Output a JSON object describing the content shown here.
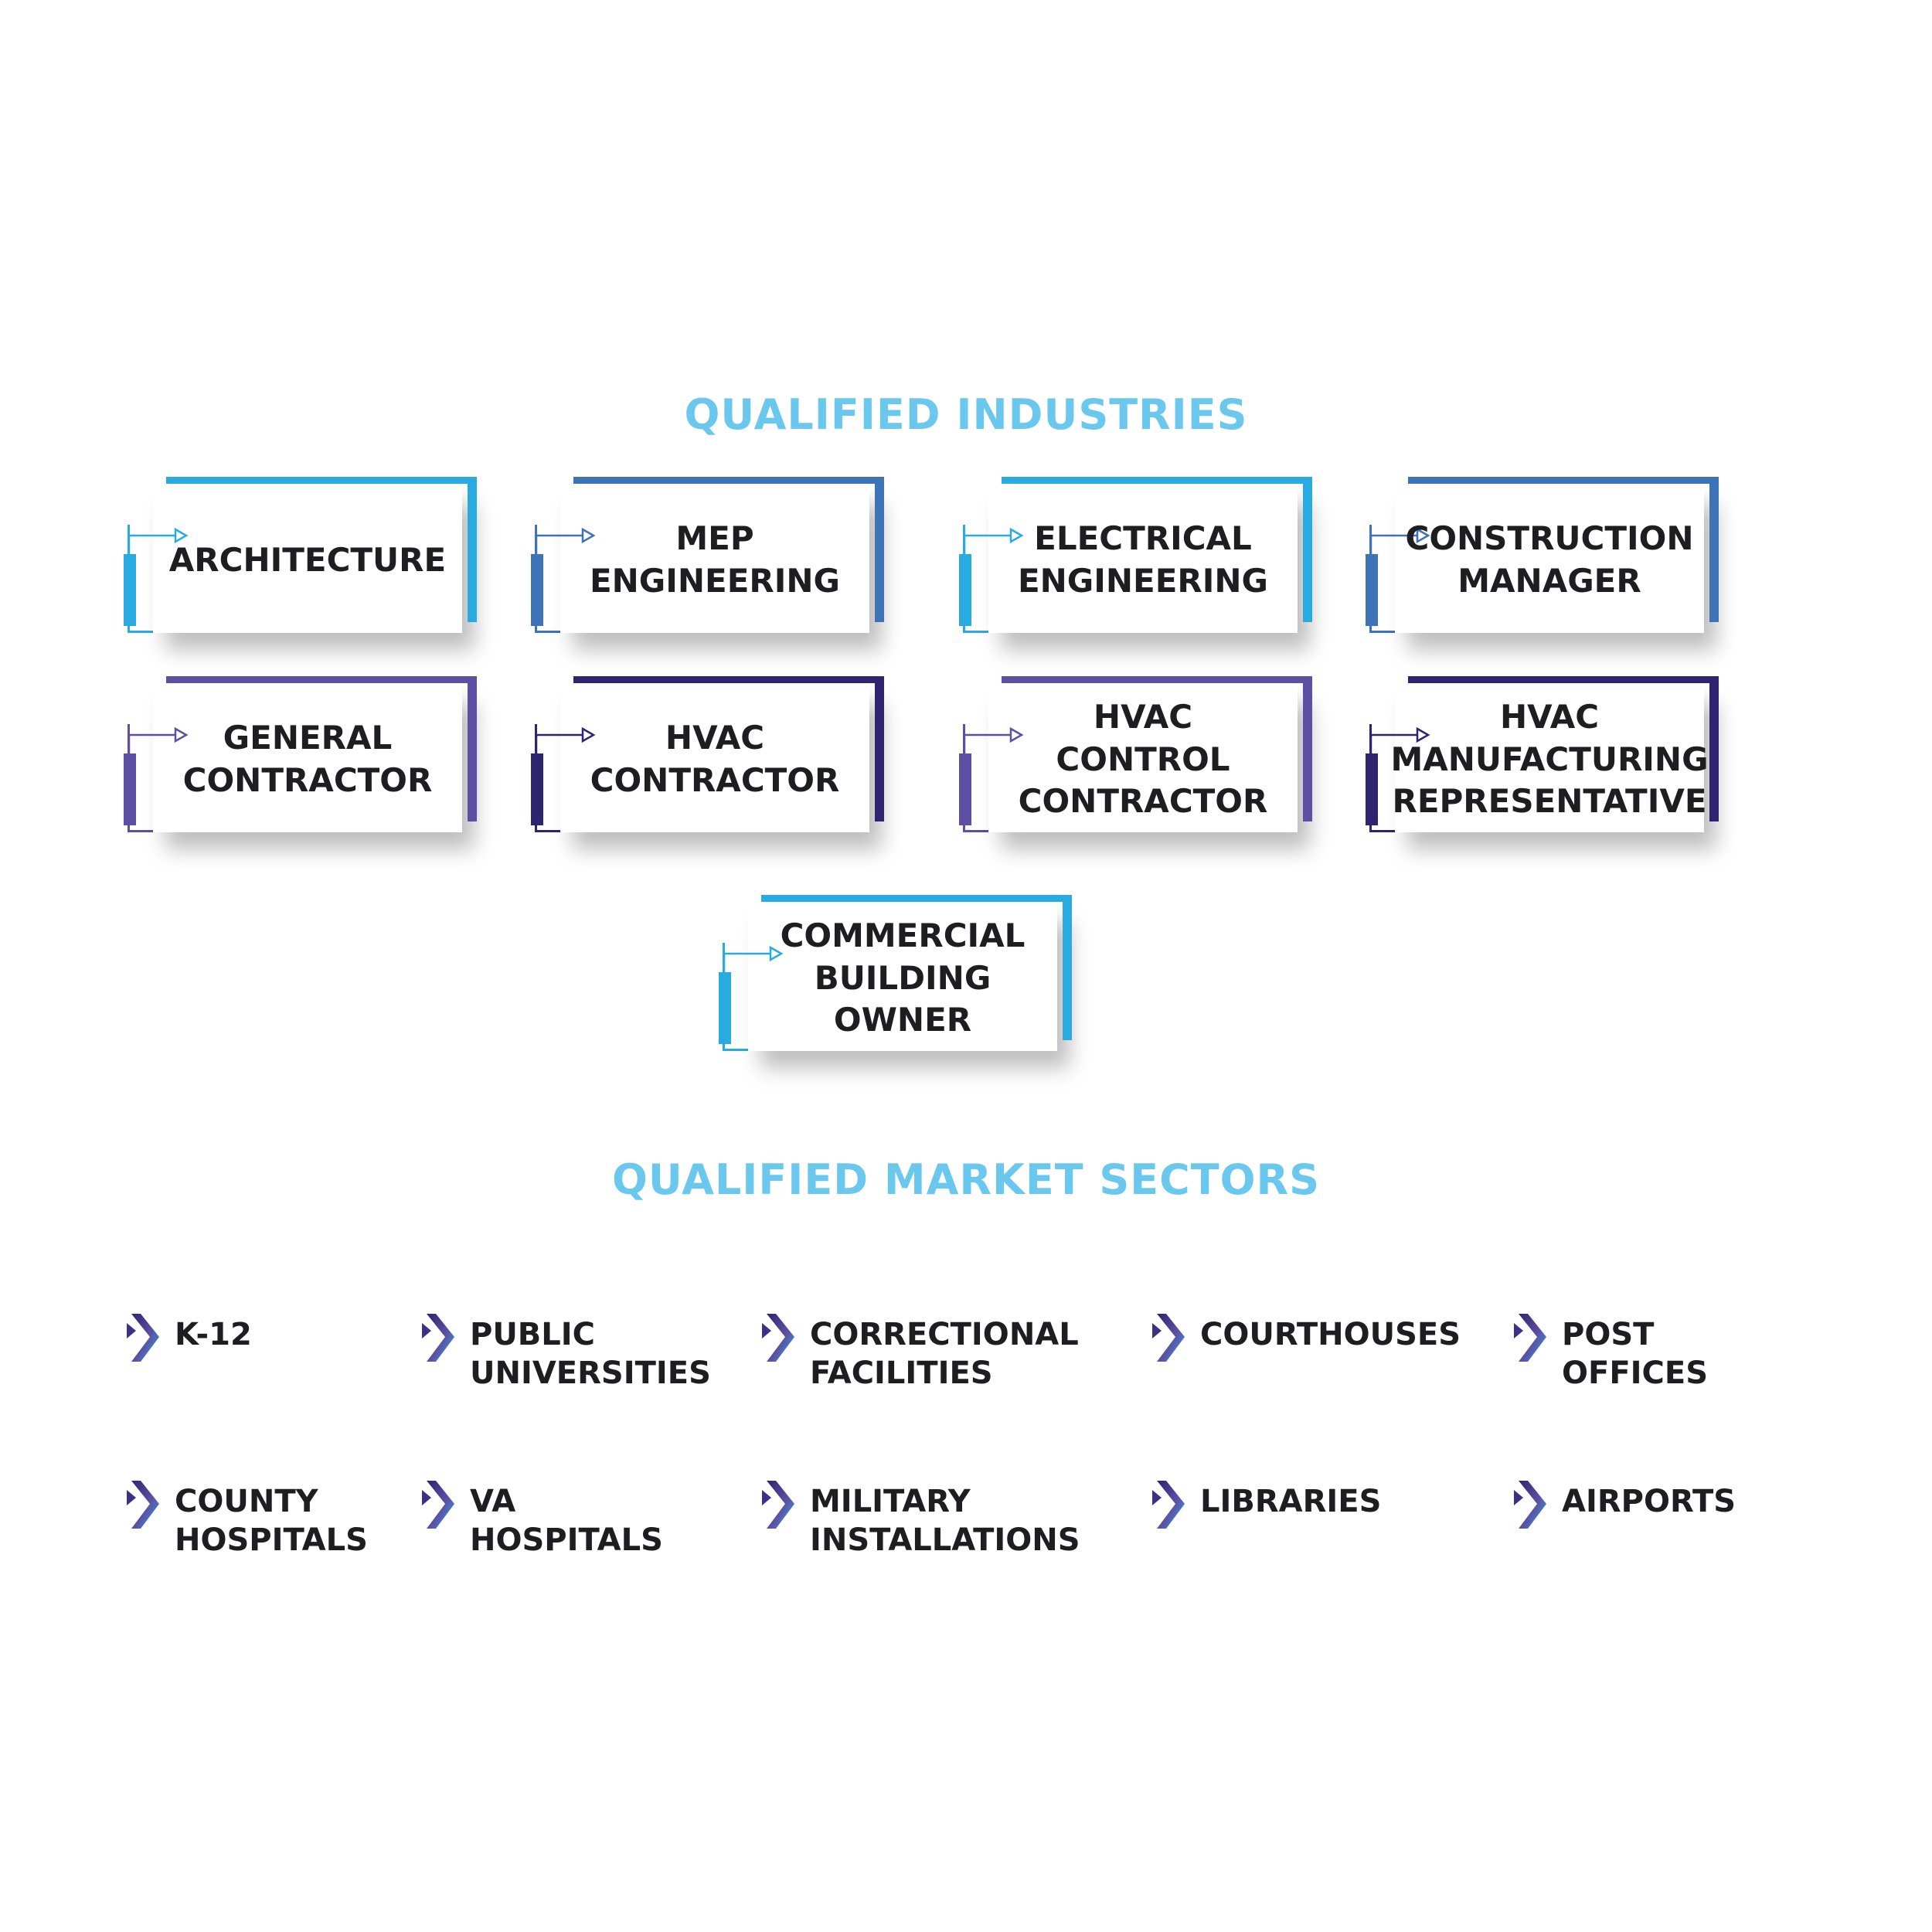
{
  "industries": {
    "title": "QUALIFIED INDUSTRIES",
    "title_color": "#6ac8ee",
    "items": [
      {
        "label": "ARCHITECTURE",
        "color": "#29abe2"
      },
      {
        "label": "MEP\nENGINEERING",
        "color": "#3e73b7"
      },
      {
        "label": "ELECTRICAL\nENGINEERING",
        "color": "#29abe2"
      },
      {
        "label": "CONSTRUCTION\nMANAGER",
        "color": "#3e73b7"
      },
      {
        "label": "GENERAL\nCONTRACTOR",
        "color": "#5d4fa3"
      },
      {
        "label": "HVAC\nCONTRACTOR",
        "color": "#2e2470"
      },
      {
        "label": "HVAC\nCONTROL\nCONTRACTOR",
        "color": "#5d4fa3"
      },
      {
        "label": "HVAC\nMANUFACTURING\nREPRESENTATIVE",
        "color": "#2e2470"
      },
      {
        "label": "COMMERCIAL\nBUILDING\nOWNER",
        "color": "#29abe2"
      }
    ]
  },
  "sectors": {
    "title": "QUALIFIED MARKET SECTORS",
    "title_color": "#6ac8ee",
    "items": [
      {
        "label": "K-12"
      },
      {
        "label": "PUBLIC\nUNIVERSITIES"
      },
      {
        "label": "CORRECTIONAL\nFACILITIES"
      },
      {
        "label": "COURTHOUSES"
      },
      {
        "label": "POST\nOFFICES"
      },
      {
        "label": "COUNTY\nHOSPITALS"
      },
      {
        "label": "VA\nHOSPITALS"
      },
      {
        "label": "MILITARY\nINSTALLATIONS"
      },
      {
        "label": "LIBRARIES"
      },
      {
        "label": "AIRPORTS"
      }
    ]
  },
  "icons": {
    "card_connector": "arrow-connector-icon",
    "sector_bullet": "chevron-right-icon"
  }
}
